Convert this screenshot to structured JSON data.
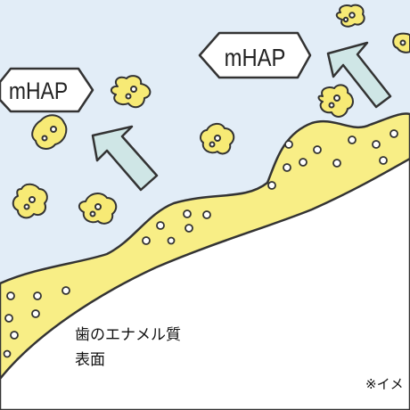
{
  "labels": {
    "mhap_left": "mHAP",
    "mhap_right": "mHAP",
    "enamel_line1": "歯のエナメル質",
    "enamel_line2": "表面",
    "footnote": "※イメ"
  },
  "colors": {
    "sky": "#e2edf7",
    "enamel": "#f8ee86",
    "outline": "#333333",
    "arrow": "#cfe6e6",
    "particle": "#f7ea75",
    "tooth": "#ffffff"
  }
}
